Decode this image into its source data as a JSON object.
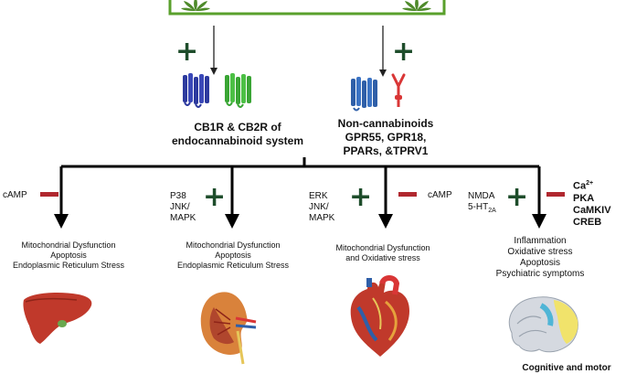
{
  "colors": {
    "plus": "#1e4d2b",
    "minus": "#b0282f",
    "cb1_receptor": "#2d3a9e",
    "cb2_receptor": "#3aa535",
    "noncanna_receptor": "#2f5fa8",
    "antibody": "#d93636",
    "leaf": "#4e8a2a",
    "box_border": "#5aa02c"
  },
  "top_left": {
    "receptor_label_1": "CB1R & CB2R of",
    "receptor_label_2": "endocannabinoid system"
  },
  "top_right": {
    "line1": "Non-cannabinoids",
    "line2": "GPR55, GPR18,",
    "line3": "PPARs, &TPRV1"
  },
  "branches": [
    {
      "signals": [
        "cAMP"
      ],
      "effects": [
        "Mitochondrial Dysfunction",
        "Apoptosis",
        "Endoplasmic Reticulum Stress"
      ],
      "organ": "liver-icon"
    },
    {
      "signals": [
        "P38",
        "JNK/",
        "MAPK"
      ],
      "effects": [
        "Mitochondrial Dysfunction",
        "Apoptosis",
        "Endoplasmic Reticulum Stress"
      ],
      "organ": "kidney-icon"
    },
    {
      "signals": [
        "ERK",
        "JNK/",
        "MAPK"
      ],
      "signals_right": "cAMP",
      "effects": [
        "Mitochondrial Dysfunction",
        "and Oxidative stress"
      ],
      "organ": "heart-icon"
    },
    {
      "signals_nmda": "NMDA",
      "signals_5ht": "5-HT",
      "signals_5ht_sub": "2A",
      "signals_ca": "Ca",
      "signals_ca_sup": "2+",
      "signals_right": [
        "PKA",
        "CaMKIV",
        "CREB"
      ],
      "effects": [
        "Inflammation",
        "Oxidative stress",
        "Apoptosis",
        "Psychiatric symptoms"
      ],
      "organ": "brain-icon",
      "caption_partial": "Cognitive and motor"
    }
  ]
}
